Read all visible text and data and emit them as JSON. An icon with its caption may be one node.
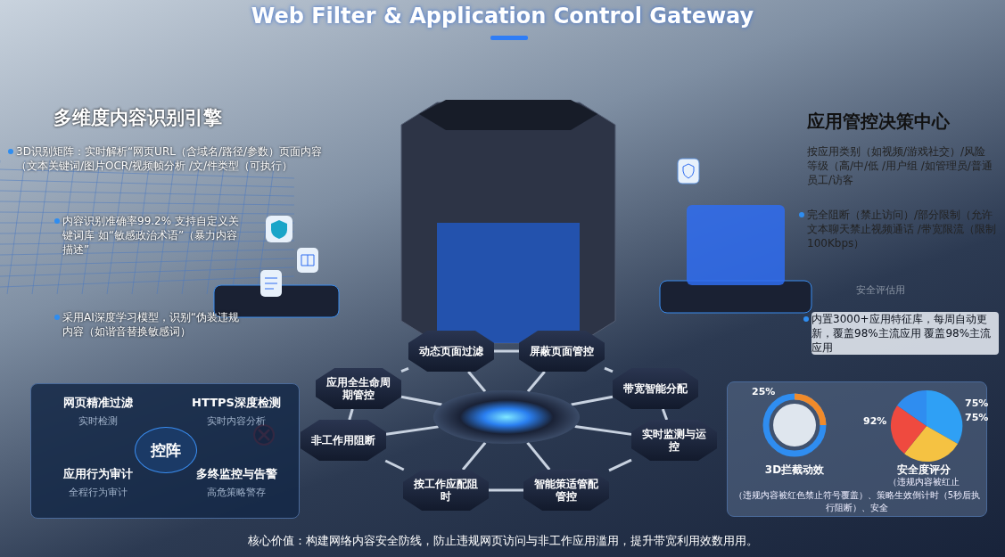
{
  "diagram": {
    "title": "Web Filter & Application Control Gateway",
    "caption": "核心价值：构建网络内容安全防线，防止违规网页访问与非工作应用滥用，提升带宽利用效数用用。",
    "nodes": [
      {
        "text": [],
        "shape": "circle"
      },
      {
        "text": [
          "动态页面过滤"
        ]
      },
      {
        "text": [
          "屏蔽页面管控"
        ]
      },
      {
        "text": [
          "带宽智能分配"
        ]
      },
      {
        "text": [
          "实时监测与运控"
        ]
      },
      {
        "text": [
          "智能策适管配管控"
        ]
      },
      {
        "text": [
          "按工作应配阻时"
        ]
      },
      {
        "text": [
          "非工作用阻断"
        ]
      },
      {
        "text": [
          "应用全生命周期管控"
        ]
      },
      {
        "text": [
          "网页精准过滤",
          "实时检测",
          "HTTPS深度检测",
          "实时内容分析",
          "应用行为审计",
          "全程行为审计",
          "多终监控与告警",
          "高危策略警存"
        ]
      },
      {
        "text": [
          "控阵"
        ],
        "in": 9
      },
      {
        "text": [
          "3D拦截动效",
          "（违规内容被红色禁止符号覆盖）、策略生效倒计时（5秒后执行阻断）、安全",
          "安全度评分",
          "（违规内容被红止"
        ]
      }
    ],
    "edges": [
      {
        "from": 1,
        "to": 2,
        "arrow": "none"
      },
      {
        "from": 2,
        "to": 3,
        "arrow": "none"
      },
      {
        "from": 3,
        "to": 4,
        "arrow": "none"
      },
      {
        "from": 4,
        "to": 5,
        "arrow": "none"
      },
      {
        "from": 5,
        "to": 6,
        "arrow": "none"
      },
      {
        "from": 6,
        "to": 7,
        "arrow": "none"
      },
      {
        "from": 7,
        "to": 8,
        "arrow": "none"
      },
      {
        "from": 8,
        "to": 1,
        "arrow": "none"
      },
      {
        "from": 0,
        "to": 1,
        "arrow": "none"
      },
      {
        "from": 0,
        "to": 2,
        "arrow": "none"
      },
      {
        "from": 0,
        "to": 3,
        "arrow": "none"
      },
      {
        "from": 0,
        "to": 4,
        "arrow": "none"
      },
      {
        "from": 0,
        "to": 5,
        "arrow": "none"
      },
      {
        "from": 0,
        "to": 6,
        "arrow": "none"
      },
      {
        "from": 0,
        "to": 7,
        "arrow": "none"
      },
      {
        "from": 0,
        "to": 8,
        "arrow": "none"
      }
    ],
    "labels": [
      "多维度内容识别引擎",
      "3D识别矩阵：实时解析“网页URL（含域名/路径/参数）页面内容（文本关键词/图片OCR/视频帧分析 /文/件类型（可执行）",
      "内容识别准确率99.2% 支持自定义关键词库 如“敏感政治术语”（暴力内容描述”",
      "采用AI深度学习模型，识别“伪装违规内容（如谐音替换敏感词）",
      "应用管控决策中心",
      "按应用类别（如视频/游戏社交）/风险等级（高/中/低 /用户组 /如管理员/普通员工/访客",
      "完全阻断（禁止访问）/部分限制（允许文本聊天禁止视频通话 /带宽限流（限制100Kbps）",
      "安全评估用",
      "内置3000+应用特征库，每周自动更新，覆盖98%主流应用 覆盖98%主流应用",
      "25%",
      "75%",
      "75%",
      "92%"
    ]
  }
}
